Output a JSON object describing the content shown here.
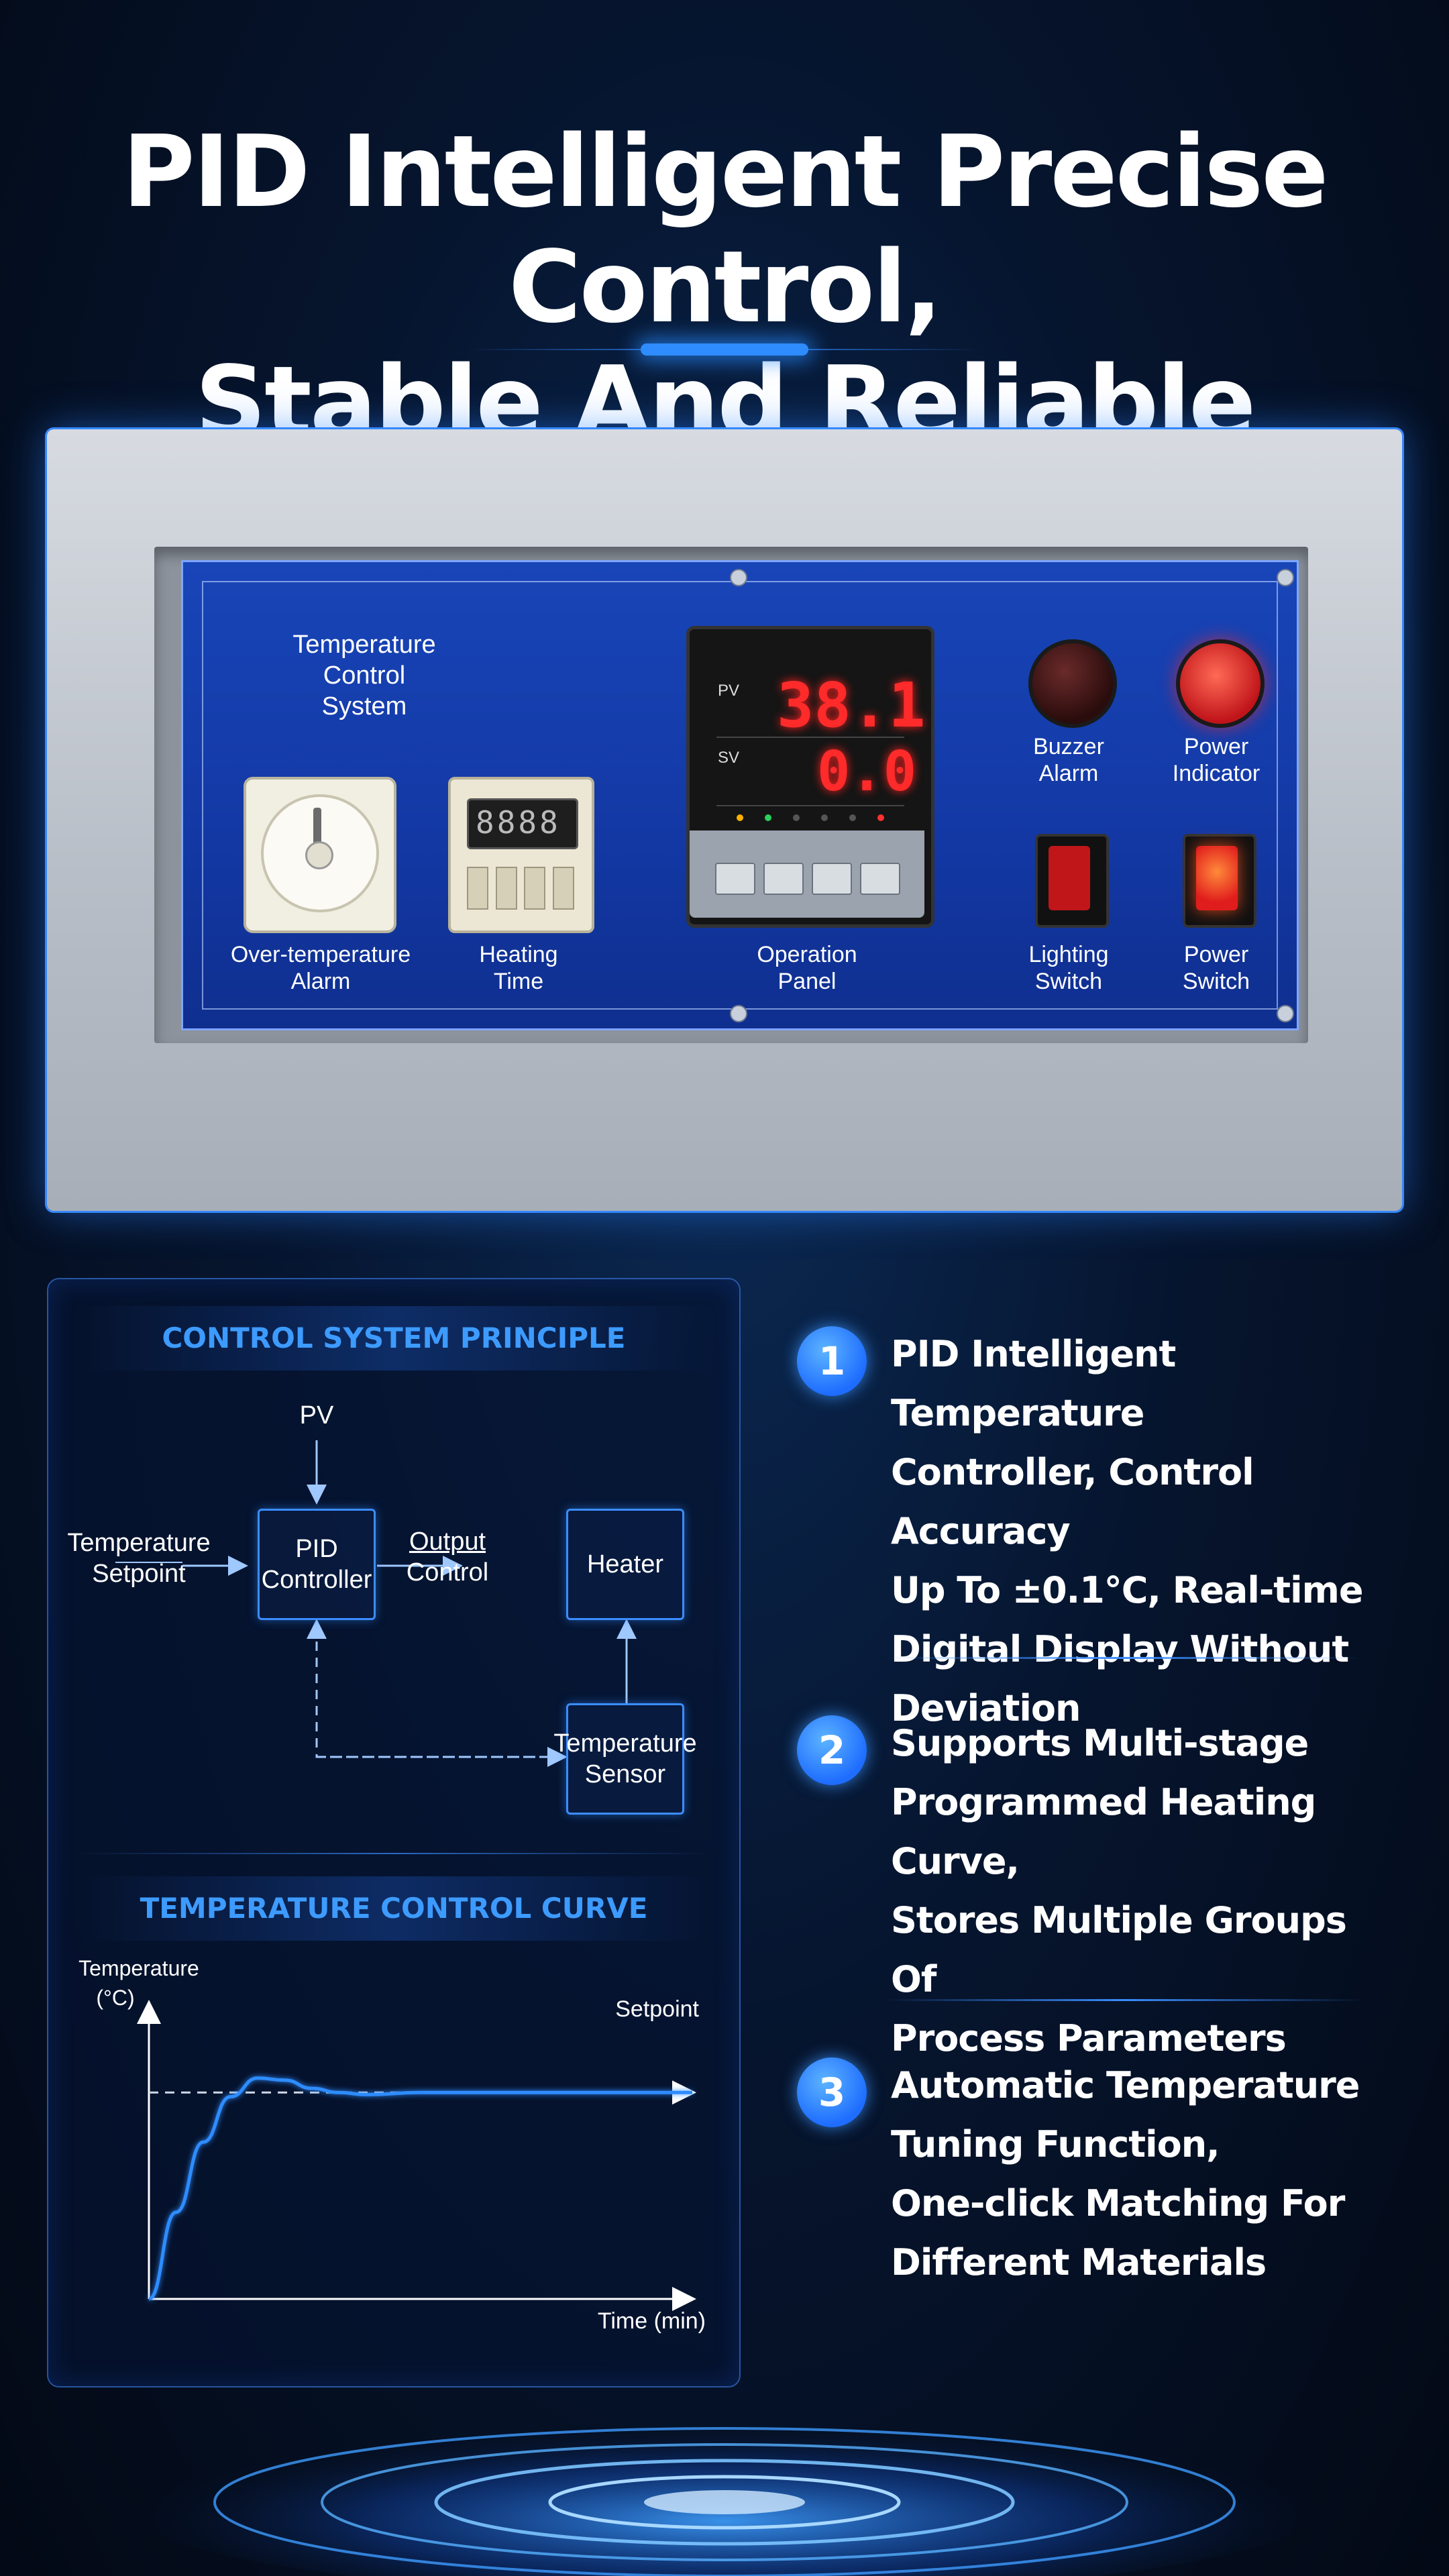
{
  "title": {
    "line1": "PID Intelligent Precise Control,",
    "line2": "Stable And Reliable Process"
  },
  "panel": {
    "heading": [
      "Temperature",
      "Control",
      "System"
    ],
    "labels": {
      "over_temp_alarm": [
        "Over-temperature",
        "Alarm"
      ],
      "heating_time": [
        "Heating",
        "Time"
      ],
      "operation_panel": [
        "Operation",
        "Panel"
      ],
      "buzzer_alarm": [
        "Buzzer",
        "Alarm"
      ],
      "power_indicator": [
        "Power",
        "Indicator"
      ],
      "lighting_switch": [
        "Lighting",
        "Switch"
      ],
      "power_switch": [
        "Power",
        "Switch"
      ]
    },
    "controller": {
      "pv_label": "PV",
      "sv_label": "SV",
      "pv_value": "38.1",
      "sv_value": "0.0"
    }
  },
  "principle": {
    "title": "CONTROL SYSTEM PRINCIPLE",
    "pv": "PV",
    "setpoint": [
      "Temperature",
      "Setpoint"
    ],
    "pid": [
      "PID",
      "Controller"
    ],
    "output": [
      "Output",
      "Control"
    ],
    "heater": "Heater",
    "sensor": [
      "Temperature",
      "Sensor"
    ]
  },
  "curve": {
    "title": "TEMPERATURE CONTROL CURVE",
    "ylabel": [
      "Temperature",
      "(°C)"
    ],
    "xlabel": "Time (min)",
    "setpoint_label": "Setpoint"
  },
  "chart_data": {
    "type": "line",
    "title": "TEMPERATURE CONTROL CURVE",
    "xlabel": "Time (min)",
    "ylabel": "Temperature (°C)",
    "setpoint": 1.0,
    "x": [
      0,
      0.05,
      0.1,
      0.15,
      0.2,
      0.25,
      0.3,
      0.35,
      0.4,
      0.5,
      0.6,
      0.8,
      1.0
    ],
    "series": [
      {
        "values": [
          0,
          0.42,
          0.76,
          0.98,
          1.07,
          1.06,
          1.02,
          1.0,
          0.99,
          1.0,
          1.0,
          1.0,
          1.0
        ]
      }
    ],
    "xlim": [
      0,
      1
    ],
    "ylim": [
      0,
      1.3
    ]
  },
  "features": [
    {
      "number": "1",
      "lines": [
        "PID Intelligent Temperature",
        "Controller, Control Accuracy",
        "Up To ±0.1°C, Real-time",
        "Digital Display Without",
        "Deviation"
      ]
    },
    {
      "number": "2",
      "lines": [
        "Supports Multi-stage",
        "Programmed Heating Curve,",
        "Stores Multiple Groups Of",
        "Process Parameters"
      ]
    },
    {
      "number": "3",
      "lines": [
        "Automatic Temperature",
        "Tuning Function,",
        "One-click Matching For",
        "Different Materials"
      ]
    }
  ],
  "colors": {
    "accent": "#3d9bff",
    "panel_blue": "#1845b8",
    "led_red": "#ff2b2b"
  }
}
